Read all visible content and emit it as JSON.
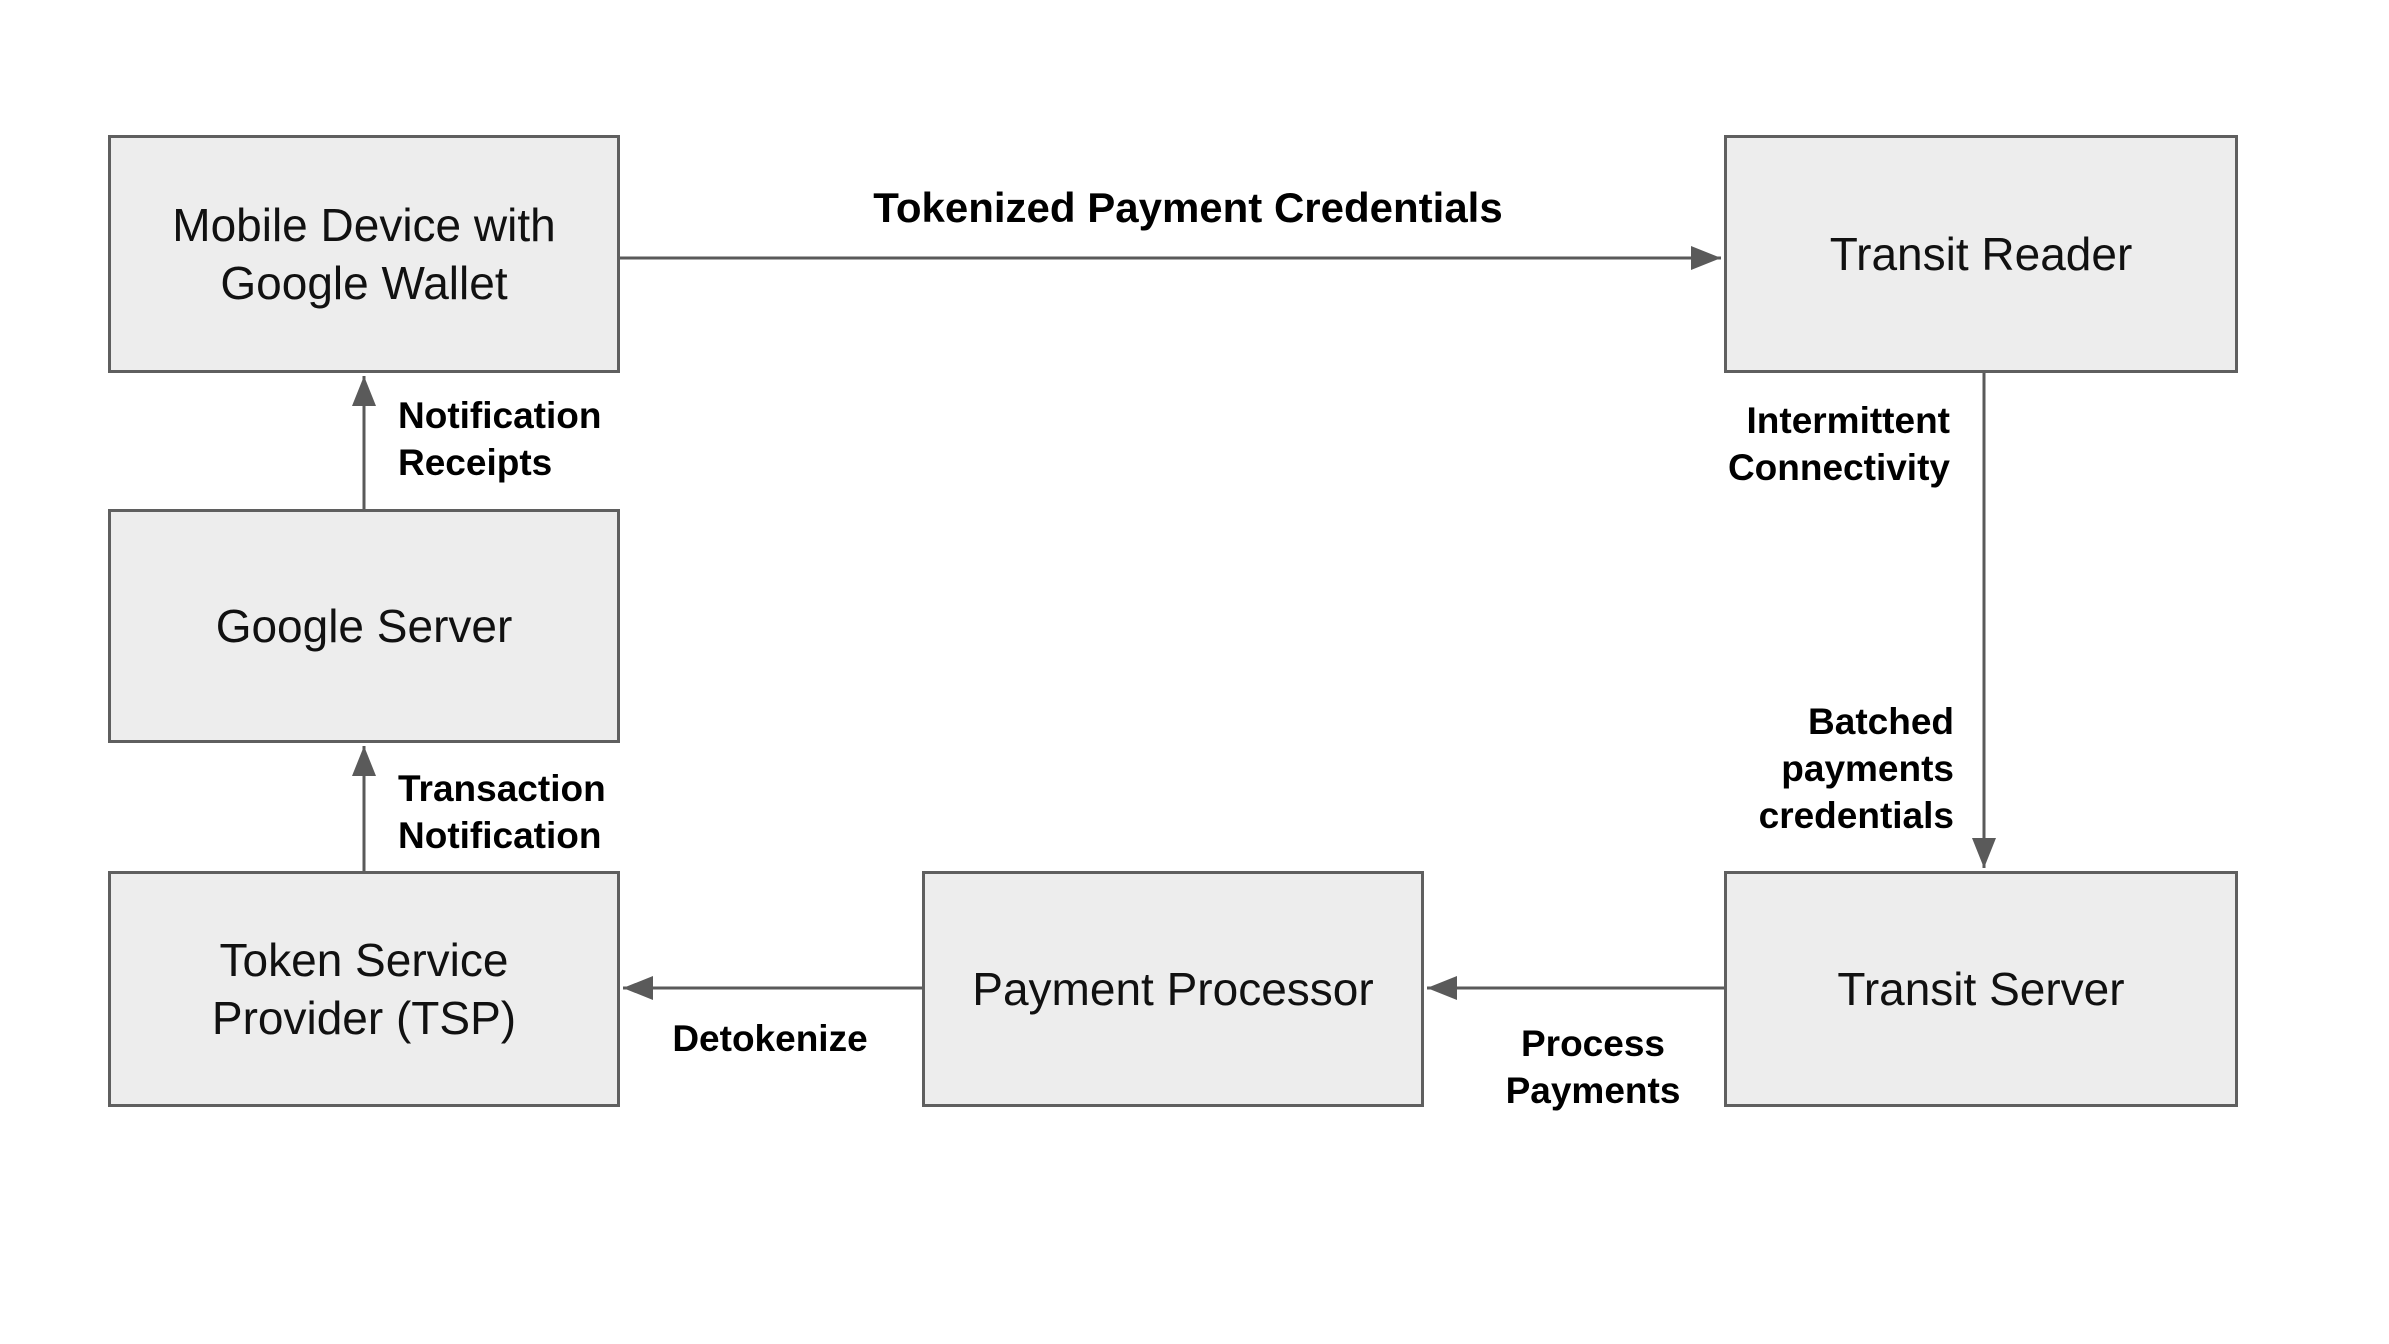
{
  "diagram": {
    "nodes": [
      {
        "name": "mobile-device",
        "lines": [
          "Mobile Device with",
          "Google Wallet"
        ]
      },
      {
        "name": "transit-reader",
        "lines": [
          "Transit Reader"
        ]
      },
      {
        "name": "google-server",
        "lines": [
          "Google Server"
        ]
      },
      {
        "name": "token-service-provider",
        "lines": [
          "Token Service",
          "Provider (TSP)"
        ]
      },
      {
        "name": "payment-processor",
        "lines": [
          "Payment Processor"
        ]
      },
      {
        "name": "transit-server",
        "lines": [
          "Transit Server"
        ]
      }
    ],
    "edges": [
      {
        "name": "tokenized-payment-credentials",
        "from": "mobile-device",
        "to": "transit-reader",
        "lines": [
          "Tokenized Payment Credentials"
        ]
      },
      {
        "name": "notification-receipts",
        "from": "google-server",
        "to": "mobile-device",
        "lines": [
          "Notification",
          "Receipts"
        ]
      },
      {
        "name": "intermittent-connectivity",
        "from": "transit-reader",
        "to": "transit-server",
        "lines": [
          "Intermittent",
          "Connectivity"
        ]
      },
      {
        "name": "batched-payments-credentials",
        "from": "transit-reader",
        "to": "transit-server",
        "lines": [
          "Batched",
          "payments",
          "credentials"
        ]
      },
      {
        "name": "transaction-notification",
        "from": "token-service-provider",
        "to": "google-server",
        "lines": [
          "Transaction",
          "Notification"
        ]
      },
      {
        "name": "process-payments",
        "from": "transit-server",
        "to": "payment-processor",
        "lines": [
          "Process",
          "Payments"
        ]
      },
      {
        "name": "detokenize",
        "from": "payment-processor",
        "to": "token-service-provider",
        "lines": [
          "Detokenize"
        ]
      }
    ]
  },
  "colors": {
    "background": "#ffffff",
    "node_fill": "#ededed",
    "node_border": "#5f5f5f",
    "arrow": "#5a5a5a",
    "node_text": "#111111",
    "label_text": "#000000"
  }
}
